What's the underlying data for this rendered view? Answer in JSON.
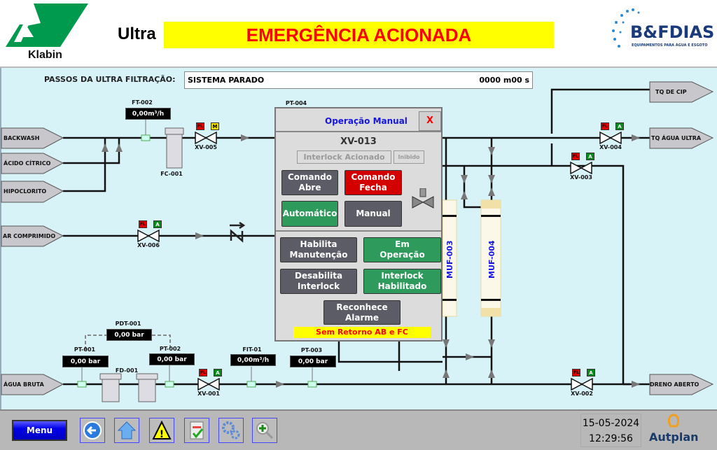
{
  "header": {
    "logo_text": "Klabin",
    "title": "Ultra",
    "alarm": "EMERGÊNCIA ACIONADA",
    "partner_logo": "B&FDIAS",
    "partner_tagline": "EQUIPAMENTOS PARA ÁGUA E ESGOTO"
  },
  "steps": {
    "label": "PASSOS DA ULTRA FILTRAÇÃO:",
    "status": "SISTEMA PARADO",
    "timer": "0000 m00 s"
  },
  "sources": {
    "backwash": "BACKWASH",
    "acido": "ÁCIDO CÍTRICO",
    "hipoclorito": "HIPOCLORITO",
    "ar": "AR COMPRIMIDO",
    "agua_bruta": "ÁGUA BRUTA"
  },
  "destinations": {
    "cip": "TQ DE CIP",
    "agua_ultra": "TQ ÁGUA ULTRA",
    "dreno": "DRENO ABERTO"
  },
  "instruments": {
    "ft002": {
      "tag": "FT-002",
      "value": "0,00m³/h"
    },
    "pt001": {
      "tag": "PT-001",
      "value": "0,00 bar"
    },
    "pt002": {
      "tag": "PT-002",
      "value": "0,00 bar"
    },
    "pdt001": {
      "tag": "PDT-001",
      "value": "0,00 bar"
    },
    "fit01": {
      "tag": "FIT-01",
      "value": "0,00m³/h"
    },
    "pt003": {
      "tag": "PT-003",
      "value": "0,00 bar"
    },
    "pt004": {
      "tag": "PT-004"
    }
  },
  "equipment": {
    "fc001": "FC-001",
    "fd001": "FD-001",
    "muf003": "MUF-003",
    "muf004": "MUF-004"
  },
  "valves": {
    "xv005": {
      "tag": "XV-005",
      "fl": "FL",
      "mode": "M"
    },
    "xv006": {
      "tag": "XV-006",
      "fl": "FL",
      "mode": "A"
    },
    "xv001": {
      "tag": "XV-001",
      "fl": "FL",
      "mode": "A"
    },
    "xv004": {
      "tag": "XV-004",
      "fl": "FL",
      "mode": "A"
    },
    "xv003": {
      "tag": "XV-003",
      "fl": "FL",
      "mode": "A"
    },
    "xv002": {
      "tag": "XV-002",
      "fl": "FL",
      "mode": "A"
    }
  },
  "dialog": {
    "title": "Operação Manual",
    "close": "X",
    "valve": "XV-013",
    "interlock": "Interlock Acionado",
    "inibido": "Inibido",
    "abre": [
      "Comando",
      "Abre"
    ],
    "fecha": [
      "Comando",
      "Fecha"
    ],
    "auto": "Automático",
    "manual": "Manual",
    "manut": [
      "Habilita",
      "Manutenção"
    ],
    "operacao": [
      "Em",
      "Operação"
    ],
    "desab": [
      "Desabilita",
      "Interlock"
    ],
    "inter_hab": [
      "Interlock",
      "Habilitado"
    ],
    "reconhece": [
      "Reconhece",
      "Alarme"
    ],
    "warning": "Sem Retorno AB e FC"
  },
  "footer": {
    "menu": "Menu",
    "date": "15-05-2024",
    "time": "12:29:56",
    "brand": "Autplan"
  },
  "colors": {
    "fl": "#e00000",
    "auto": "#0a8a1a",
    "manual": "#f0e000",
    "background": "#d8f3f8"
  }
}
